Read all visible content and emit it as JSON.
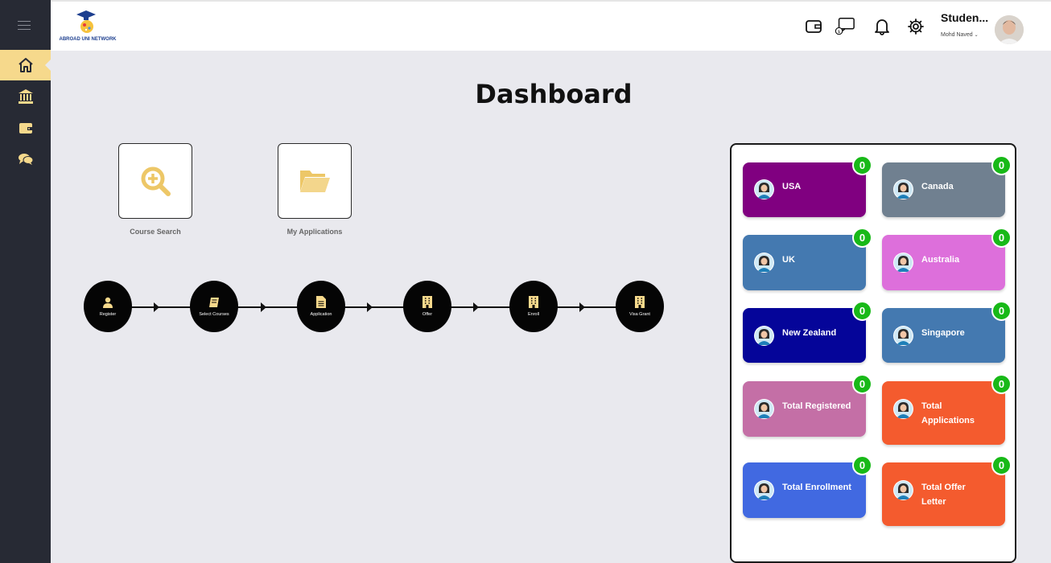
{
  "app": {
    "logo_text": "ABROAD UNI NETWORK",
    "page_title": "Dashboard"
  },
  "sidebar": {
    "menu_icon": "hamburger-icon",
    "items": [
      {
        "icon": "home-icon",
        "active": true
      },
      {
        "icon": "institution-icon",
        "active": false
      },
      {
        "icon": "wallet-icon",
        "active": false
      },
      {
        "icon": "chat-icon",
        "active": false
      }
    ],
    "accent": "#f6d98c",
    "bg": "#272a34"
  },
  "header": {
    "icons": [
      "wallet-icon",
      "chat-money-icon",
      "bell-icon",
      "gear-icon"
    ],
    "user_name": "Studen...",
    "user_sub": "Mohd Naved",
    "dropdown_icon": "chevron-down-icon"
  },
  "quick_actions": [
    {
      "label": "Course Search",
      "icon": "search-plus-icon"
    },
    {
      "label": "My Applications",
      "icon": "folder-open-icon"
    }
  ],
  "steps": [
    {
      "label": "Register",
      "icon": "user-icon"
    },
    {
      "label": "Select Courses",
      "icon": "book-icon"
    },
    {
      "label": "Application",
      "icon": "document-icon"
    },
    {
      "label": "Offer",
      "icon": "building-icon"
    },
    {
      "label": "Enroll",
      "icon": "building-icon"
    },
    {
      "label": "Visa Grant",
      "icon": "building-icon"
    }
  ],
  "stats": [
    {
      "label": "USA",
      "count": "0",
      "color": "#800080"
    },
    {
      "label": "Canada",
      "count": "0",
      "color": "#708090"
    },
    {
      "label": "UK",
      "count": "0",
      "color": "#4479b0"
    },
    {
      "label": "Australia",
      "count": "0",
      "color": "#dd6fdb"
    },
    {
      "label": "New Zealand",
      "count": "0",
      "color": "#050599"
    },
    {
      "label": "Singapore",
      "count": "0",
      "color": "#4479b0"
    },
    {
      "label": "Total Registered",
      "count": "0",
      "color": "#c46fa6"
    },
    {
      "label": "Total Applications",
      "count": "0",
      "color": "#f45b2e"
    },
    {
      "label": "Total Enrollment",
      "count": "0",
      "color": "#4169e1"
    },
    {
      "label": "Total Offer Letter",
      "count": "0",
      "color": "#f45b2e"
    }
  ],
  "count_badge_color": "#18b918"
}
